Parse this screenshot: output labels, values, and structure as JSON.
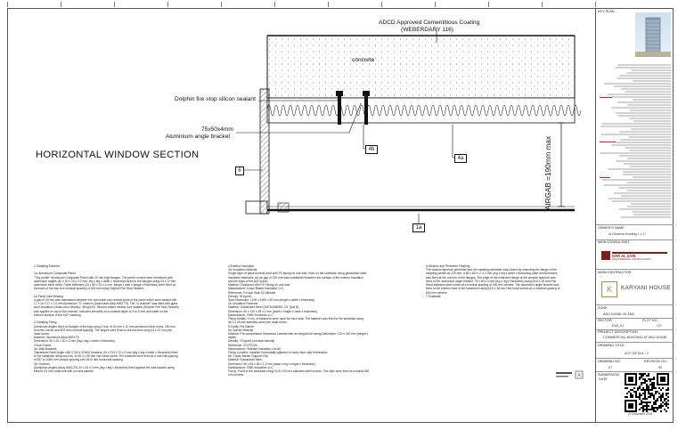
{
  "drawing": {
    "title": "HORIZONTAL WINDOW SECTION",
    "labels": {
      "coating_line1": "ADCD Approved Cementitious Coating",
      "coating_line2": "(WEBERDARY 116)",
      "concrete": "concrete",
      "sealant": "Dolphin fire stop silicon sealant",
      "bracket_line1": "75x50x4mm",
      "bracket_line2": "Aluminium angle bracket",
      "airgap": "AIRGAB =190mm max"
    },
    "tags": {
      "t4b": "4b",
      "t4a": "4a",
      "t6": "6",
      "t1a": "1a"
    }
  },
  "notes": {
    "col1": "1.Cladding Element\n\n1a. Aluminium Composite Panel\n\"Tiny profile\" Aluminium Composite Panel with 20 mm high flanges. The panel corners were reinforced with\naluminium angles (40 x 40 x 15 x 3.0 mm, leg x leg x width x thickness) fixed to the flanges using 04 x 12 mm\naluminium blind rivets. Panel stiffeners (23 x 65 x 23 x 4 mm, flange x web x flange x thickness) were fixed at\nthe back of the bay at a nominal spacing of 426 mm using Dolphin Fire Stop Sealant.\n\n1b.Panel Joint Sealing\nA gap of 20 mm was maintained between the horizontal and vertical joints of the panel which were sealed with\n17 x 16 x 17 x 1.5 mm Aluminium \"U\" channel (Aluminium Alloy 6063 T5). The \"U channel\" was filled with glass\nwool insulation (Glass wool density= 38 kg/m3). Silicone-based neutral cure sealant (Dolphin Fire Stop Sealant)\nwas applied on top of the channel, extruded smoothly at a nominal depth of 3 to 5 mm and width on the\nexterior surface of the ACP cladding.\n\n2.Cladding Fixing\nAluminium angles fixed on flanges of the tray using 2 nos. of 04 mm x 12 mm aluminium blind rivets, 150 mm\nfrom the corner and 600 mm nominal spacing. The angles were fixed to the runners using 04 x 22 mm pan\nhead screw.\nMaterial : Aluminium Alloy 6063-T5\nDimension: 30 x 20 x 30 x 2 mm (leg x leg x width x thickness)\n3.Sub-Frame\n3a. Wall Brackets\nGalvanized Steel Angle L68 G 3101 SS400 brackets, 60 x 214 x 70 x 3 mm (leg x leg x width x thickness) fixed\nto the substrate using two nos. of 06.3 x 50 mm Hex head screw. The brackets were fixed at a nominal spacing\nof 837 to 1069 mm vertical spacing and 1510 mm horizontal spacing.\n3b. Runners\nAluminium angles (Alloy 6063-T5) 40 x 40 x 3 mm (leg x leg x thickness) fixed against the wall bracket using\nM6x25 LG Hex head bolt with nut and washer.",
    "col2": "4.Exterior Insulation\n4a. Insulation Material\nSingle layer of glass mineral wool with FS facing on one side, fixed on the substrate using galvanised steel\ninsulation fasteners. An air gap of 190 mm was maintained between the surface of the exterior insulation\nand the back of the ACP panel.\nMaterial: Glasswool with FS Facing on one side\nManufacturer: Knauf Based Insulation LLC\nReference: For sub Slab 32 Ultimate\nDensity: 30 kg/m3\nSlab Dimension: 1200 x 1000 x 50 mm (length x width x thickness)\n4b. Insulation Fastener\nMaterial: Galvanised Steel (ASTM A653M, CS Type B)\nDimension: 50 x 140 x 35 x 1 mm (width x height x base x thickness)\nManufacturer: RMK Industries LLC\nFixing Details: 4 nos. of fasteners were used for each slab. The fastener was fixed to the substrate using\n06.3 x 26 mm stainless steel pan head screw.\n5.Cavity Fire Barrier\n5a. Barrier Material\nMaterial: Pre-compressed Stonewool Lamella with an integral foil facing Dimension: 120 x 240 mm (height x\ndepth)\nDensity: 75 kg/m3 (nominal density)\nReference: CH-FS120\nManufacturer: Siderise Insulation Ltd-UK\nFixing Location: Installed horizontally adjacent to every floor slab termination\n5b. Cavity Barrier Support Clip\nMaterial: Galvanized steel\nDimension: 50 x 60 x 65 x 1.2 mm (base x leg x height x thickness)\nManufacturer: RMK Industries LLC\nFixing: Fixed to the substrate using 04.8 x 50 mm stainless steel screws. The clips were fixed at nominal 600\nmm centres",
    "col3": "6.Window and Perimeter Flashing\nThe window aperture perimeter and the cladding perimeter was closed by extending the flange of the\ncladding panels by 225 mm. A 65 x 65 x 17 x 2 mm (leg x leg x width x thickness) plate reinforcement\nwas fixed at the corners of the flanges. The edge of the extended flange at the window aperture was\nfixed to the aluminium angle bracket, 75 x 50 x 4 mm (leg x leg x thickness) using 04.8 x 38 mm Pan\nHead stainless steel screw at a nominal spacing of 150 mm centres. The aluminium angle bracket was\nfixed to the exterior face of the basement using 04.8 x 38 mm Hex head screws at a nominal spacing of\n600 mm centres\n7.Substrate"
  },
  "title_block": {
    "project_label": "KEY PLAN",
    "owner_label": "OWNER'S NAME",
    "owner_value": "Al Dhaena Holding L.L.C",
    "consultant_label": "MAIN CONSULTANT",
    "consultant_name": "DAR AL ZAIN",
    "consultant_sub": "ENGINEERING CONSULTANCY",
    "contractor_label": "MAIN CONTRACTOR",
    "contractor_name": "KARYANI HOUSE",
    "zone_label": "ZONE",
    "zone_value": "ABU DHABI ISLAND",
    "sector_label": "SECTOR",
    "plot_label": "PLOT NO.",
    "sector_value": "E18_01",
    "plot_value": "C2",
    "description_label": "PROJECT DESCRIPTION",
    "description_value": "COMMERCIAL BUILDING AT ABU DHABI",
    "drawing_title_label": "DRAWING TITLE",
    "drawing_title_value": "ACP DETAIL - 2",
    "drawing_no_label": "DRAWING NO.",
    "revision_label": "REVISION NO.",
    "drawing_no_value": "07",
    "revision_value": "00",
    "submission_label": "SUBMISSION",
    "submission_value": "DATE",
    "qr_caption": "27 December 2022"
  },
  "colors": {
    "line": "#111111",
    "hatch": "#333333"
  }
}
